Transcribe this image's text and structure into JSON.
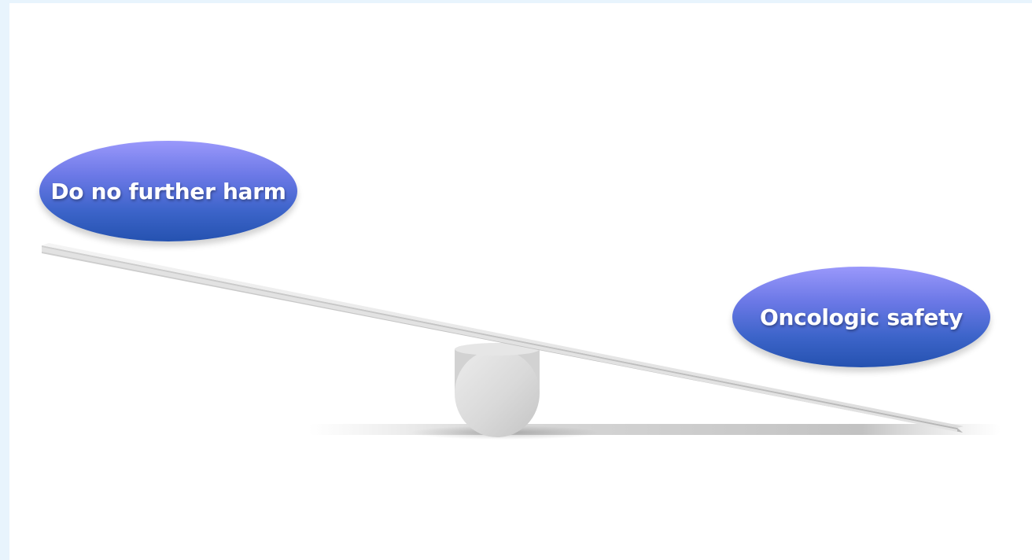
{
  "labels": {
    "left": "Do no further harm",
    "right": "Oncologic safety"
  },
  "colors": {
    "background_border": "#e8f4fd",
    "bubble_top": "#9a98fb",
    "bubble_bottom": "#2552b0",
    "plank": "#e4e4e4",
    "fulcrum": "#d8d8d8",
    "label_text": "#ffffff"
  },
  "seesaw": {
    "heavier_side": "right"
  }
}
